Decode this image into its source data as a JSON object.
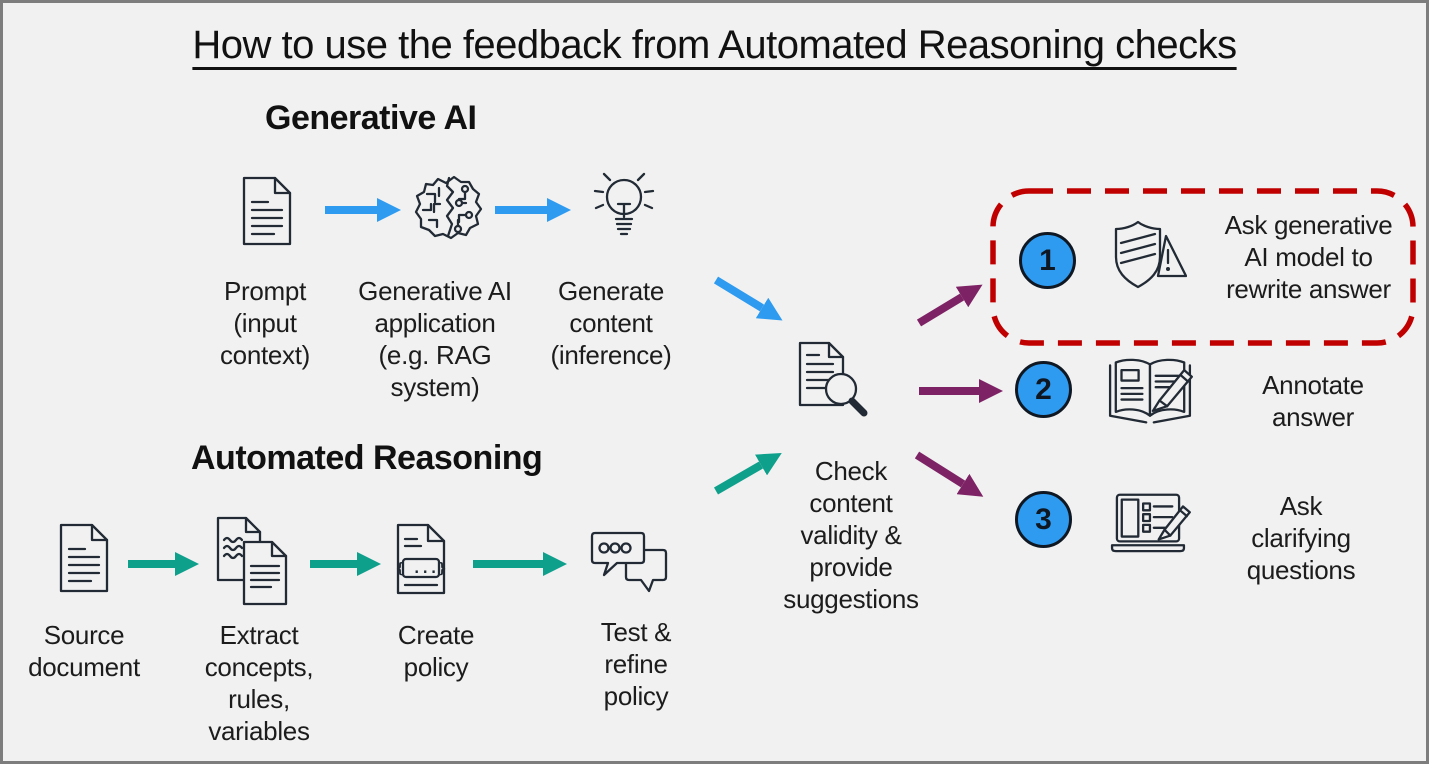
{
  "title": "How to use the feedback from Automated Reasoning checks",
  "colors": {
    "background": "#F1F1F1",
    "genai_arrow_blue": "#2E9BF0",
    "reasoning_arrow_teal": "#0FA08C",
    "feedback_arrow_purple": "#7D2365",
    "highlight_dashed_red": "#C00000",
    "number_badge_blue": "#2E9BF0"
  },
  "genai_flow": {
    "heading": "Generative AI",
    "steps": [
      {
        "icon": "document-icon",
        "label": "Prompt\n(input\ncontext)"
      },
      {
        "icon": "ai-brain-icon",
        "label": "Generative AI\napplication\n(e.g. RAG\nsystem)"
      },
      {
        "icon": "lightbulb-icon",
        "label": "Generate\ncontent\n(inference)"
      }
    ]
  },
  "reasoning_flow": {
    "heading": "Automated Reasoning",
    "steps": [
      {
        "icon": "document-icon",
        "label": "Source\ndocument"
      },
      {
        "icon": "documents-stack-icon",
        "label": "Extract\nconcepts,\nrules,\nvariables"
      },
      {
        "icon": "policy-file-icon",
        "label": "Create\npolicy"
      },
      {
        "icon": "chat-bubbles-icon",
        "label": "Test &\nrefine\npolicy"
      }
    ]
  },
  "check_step": {
    "icon": "document-magnifier-icon",
    "label": "Check\ncontent\nvalidity &\nprovide\nsuggestions"
  },
  "outcomes": [
    {
      "number": "1",
      "icon": "shield-alert-icon",
      "label": "Ask generative\nAI model to\nrewrite answer",
      "highlighted": true
    },
    {
      "number": "2",
      "icon": "annotate-book-icon",
      "label": "Annotate\nanswer",
      "highlighted": false
    },
    {
      "number": "3",
      "icon": "laptop-checklist-icon",
      "label": "Ask\nclarifying\nquestions",
      "highlighted": false
    }
  ]
}
